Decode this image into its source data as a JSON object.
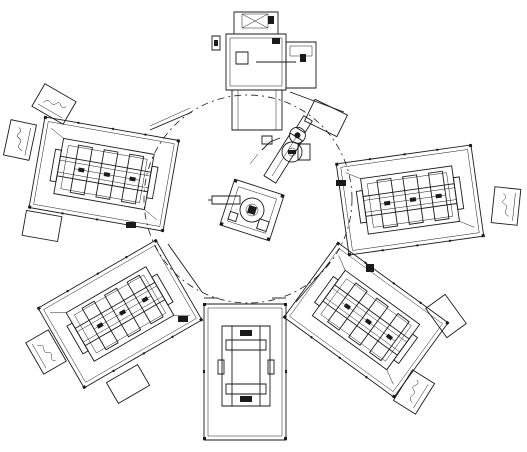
{
  "diagram": {
    "kind": "robotic-workcell-layout",
    "stations": [
      {
        "id": "top-infeed"
      },
      {
        "id": "left-cell"
      },
      {
        "id": "right-cell"
      },
      {
        "id": "lower-left-cell"
      },
      {
        "id": "lower-right-cell"
      },
      {
        "id": "bottom-cell"
      }
    ],
    "central_robot": {
      "id": "robot"
    },
    "safety_boundary": {
      "style": "dash-dot"
    }
  },
  "colors": {
    "line": "#1a1a1a",
    "background": "#ffffff"
  }
}
